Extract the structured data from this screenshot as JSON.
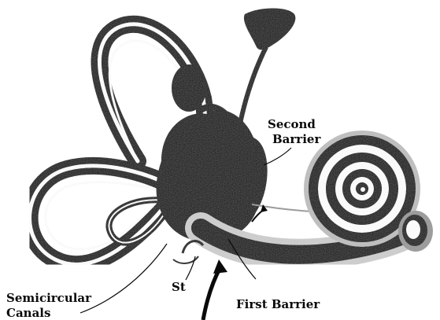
{
  "labels": {
    "second_barrier_line1": "Second",
    "second_barrier_line2": "Barrier",
    "semicircular_line1": "Semicircular",
    "semicircular_line2": "Canals",
    "st": "St",
    "first_barrier": "First Barrier"
  },
  "colors": {
    "ink": "#0a0a0a",
    "background": "#ffffff",
    "gray": "#9a9a9a",
    "light_gray": "#cfcfcf"
  }
}
